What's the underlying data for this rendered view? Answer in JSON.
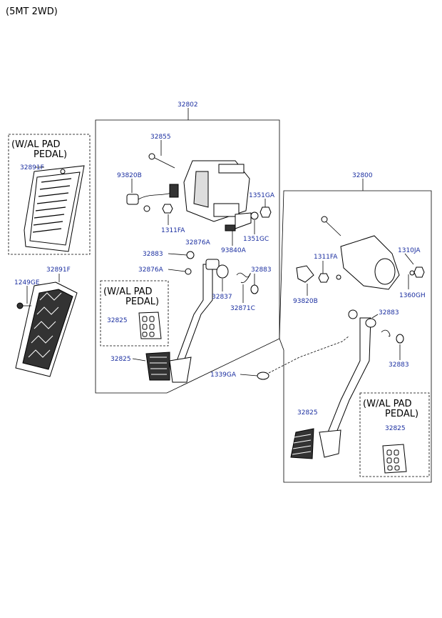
{
  "header": {
    "title": "(5MT 2WD)"
  },
  "notes": {
    "n1": [
      "(W/AL PAD",
      "PEDAL)"
    ],
    "n2": [
      "(W/AL PAD",
      "PEDAL)"
    ],
    "n3": [
      "(W/AL PAD",
      "PEDAL)"
    ]
  },
  "labels": {
    "a32802": "32802",
    "a32800": "32800",
    "a32855": "32855",
    "a93820B_1": "93820B",
    "a1311FA_1": "1311FA",
    "a1351GA": "1351GA",
    "a1351GC": "1351GC",
    "a93840A": "93840A",
    "a32876A_1": "32876A",
    "a32876A_2": "32876A",
    "a32883_1": "32883",
    "a32883_2": "32883",
    "a32837": "32837",
    "a32871C": "32871C",
    "a32825_1": "32825",
    "a32825_2": "32825",
    "a1339GA": "1339GA",
    "a32891F_1": "32891F",
    "a32891F_2": "32891F",
    "a1249GE": "1249GE",
    "a1311FA_2": "1311FA",
    "a1310JA": "1310JA",
    "a93820B_2": "93820B",
    "a1360GH": "1360GH",
    "a32883_3": "32883",
    "a32883_4": "32883",
    "a32825_3": "32825",
    "a32825_4": "32825"
  }
}
